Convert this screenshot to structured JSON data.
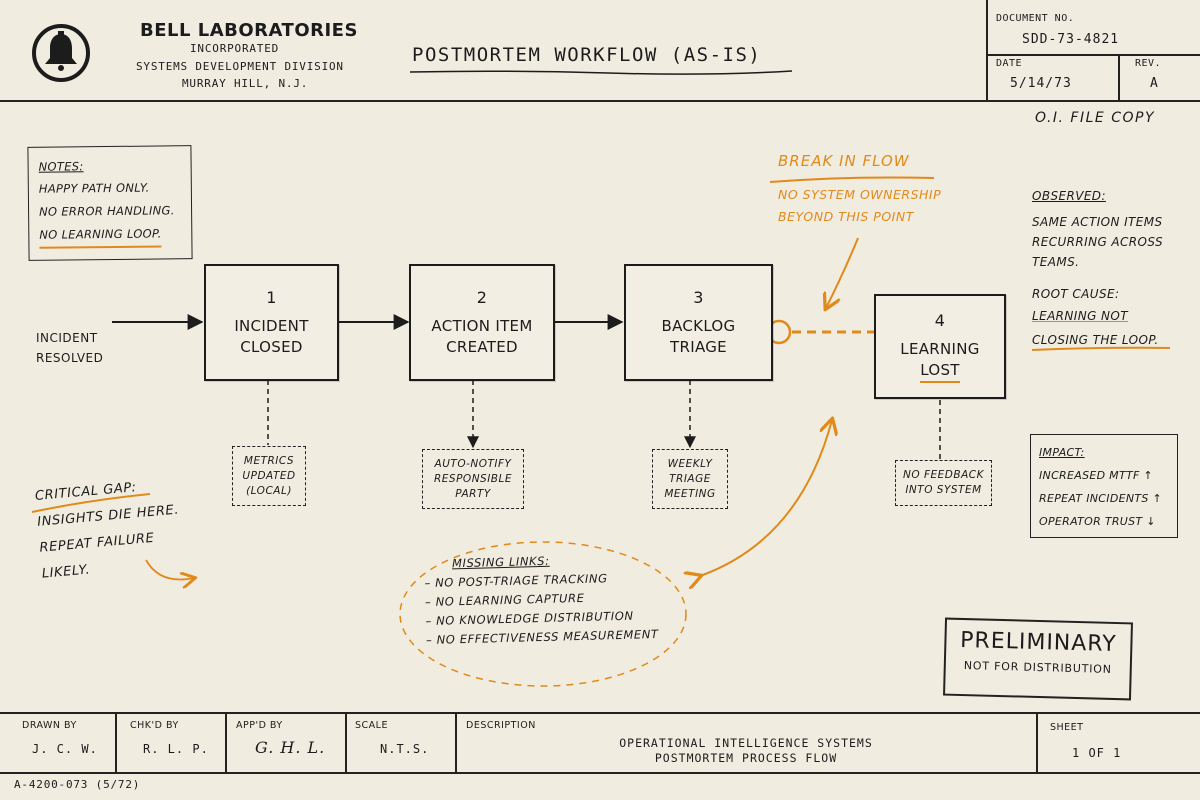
{
  "header": {
    "org_name": "BELL LABORATORIES",
    "org_sub": "INCORPORATED",
    "division": "SYSTEMS DEVELOPMENT DIVISION",
    "location": "MURRAY HILL, N.J.",
    "title": "POSTMORTEM WORKFLOW (AS-IS)",
    "doc_no_label": "DOCUMENT NO.",
    "doc_no": "SDD-73-4821",
    "date_label": "DATE",
    "date": "5/14/73",
    "rev_label": "REV.",
    "rev": "A",
    "file_copy": "O.I. FILE COPY"
  },
  "notes": {
    "label": "NOTES:",
    "lines": [
      "HAPPY PATH ONLY.",
      "NO ERROR HANDLING.",
      "NO LEARNING LOOP."
    ]
  },
  "start_label": [
    "INCIDENT",
    "RESOLVED"
  ],
  "steps": [
    {
      "num": "1",
      "line1": "INCIDENT",
      "line2": "CLOSED"
    },
    {
      "num": "2",
      "line1": "ACTION ITEM",
      "line2": "CREATED"
    },
    {
      "num": "3",
      "line1": "BACKLOG",
      "line2": "TRIAGE"
    },
    {
      "num": "4",
      "line1": "LEARNING",
      "line2": "LOST"
    }
  ],
  "sub_boxes": [
    [
      "METRICS",
      "UPDATED",
      "(LOCAL)"
    ],
    [
      "AUTO-NOTIFY",
      "RESPONSIBLE",
      "PARTY"
    ],
    [
      "WEEKLY",
      "TRIAGE",
      "MEETING"
    ],
    [
      "NO FEEDBACK",
      "INTO SYSTEM"
    ]
  ],
  "break_note": {
    "title": "BREAK IN FLOW",
    "line1": "NO SYSTEM OWNERSHIP",
    "line2": "BEYOND THIS POINT"
  },
  "observed": {
    "label": "OBSERVED:",
    "lines": [
      "SAME ACTION ITEMS",
      "RECURRING ACROSS",
      "TEAMS."
    ],
    "root_label": "ROOT CAUSE:",
    "root_lines": [
      "LEARNING NOT",
      "CLOSING THE LOOP."
    ]
  },
  "impact": {
    "label": "IMPACT:",
    "lines": [
      "INCREASED MTTF ↑",
      "REPEAT INCIDENTS ↑",
      "OPERATOR TRUST ↓"
    ]
  },
  "critical_gap": {
    "label": "CRITICAL GAP:",
    "lines": [
      "INSIGHTS DIE HERE.",
      "REPEAT FAILURE",
      "LIKELY."
    ]
  },
  "missing_links": {
    "label": "MISSING LINKS:",
    "lines": [
      "– NO POST-TRIAGE TRACKING",
      "– NO LEARNING CAPTURE",
      "– NO KNOWLEDGE DISTRIBUTION",
      "– NO EFFECTIVENESS MEASUREMENT"
    ]
  },
  "stamp": {
    "title": "PRELIMINARY",
    "sub": "NOT FOR DISTRIBUTION"
  },
  "footer": {
    "drawn_label": "DRAWN BY",
    "drawn": "J. C. W.",
    "chk_label": "CHK'D BY",
    "chk": "R. L. P.",
    "appd_label": "APP'D BY",
    "appd": "G. H. L.",
    "scale_label": "SCALE",
    "scale": "N.T.S.",
    "desc_label": "DESCRIPTION",
    "desc_line1": "OPERATIONAL INTELLIGENCE SYSTEMS",
    "desc_line2": "POSTMORTEM PROCESS FLOW",
    "sheet_label": "SHEET",
    "sheet": "1 OF 1",
    "form_no": "A-4200-073 (5/72)"
  },
  "colors": {
    "paper": "#f1ece0",
    "ink": "#1c1c1c",
    "accent": "#e08a1c"
  },
  "icons": [
    "bell-logo-icon"
  ]
}
